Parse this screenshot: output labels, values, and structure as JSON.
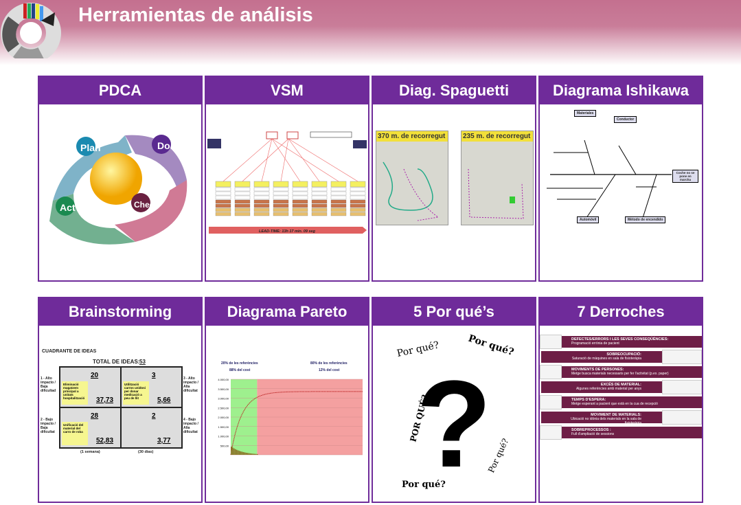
{
  "header": {
    "title": "Herramientas de análisis"
  },
  "cards": [
    {
      "title": "PDCA",
      "labels": [
        "Plan",
        "Do",
        "Check",
        "Act"
      ]
    },
    {
      "title": "VSM",
      "lead_time": "LEAD-TIME:  13h 17 min. 09 seg"
    },
    {
      "title": "Diag. Spaguetti",
      "left": "370 m. de recorregut",
      "right": "235 m. de recorregut"
    },
    {
      "title": "Diagrama Ishikawa",
      "effect": "Coche no se pone en marcha",
      "categories": [
        "Materiales",
        "Conductor",
        "Automóvil",
        "Método de encendido"
      ]
    },
    {
      "title": "Brainstorming",
      "heading": "CUADRANTE DE IDEAS",
      "total_label": "TOTAL DE IDEAS:",
      "total": "53",
      "quadrants": [
        {
          "side": "1 - Alto impacto / Baja dificultad",
          "count": "20",
          "pct": "37,73",
          "idea": "Eliminació magatzem principal a unitats hospitalització"
        },
        {
          "side": "3 - Alto impacto / Alta dificultat",
          "count": "3",
          "pct": "5,66",
          "idea": "Utilització carros unidosi per donar medicació a peu de llit"
        },
        {
          "side": "2 - Bajo impacto / Baja dificultat",
          "count": "28",
          "pct": "52,83",
          "idea": "Unificació del material del carro de roba"
        },
        {
          "side": "4 - Bajo impacto / Alta dificultat",
          "count": "2",
          "pct": "3,77",
          "idea": ""
        }
      ],
      "footer": [
        "(1 semana)",
        "(30 dias)"
      ]
    },
    {
      "title": "Diagrama Pareto",
      "left_label": [
        "20% de les referències",
        "88% del cost"
      ],
      "right_label": [
        "80% de les referències",
        "12% del cost"
      ],
      "chart_data": {
        "type": "line",
        "yticks": [
          "4.000,00",
          "3.500,00",
          "3.000,00",
          "2.500,00",
          "2.000,00",
          "1.500,00",
          "1.000,00",
          "500,00",
          ""
        ],
        "ylim": [
          0,
          4000
        ],
        "green_until_fraction": 0.2,
        "cumulative_max": 3350
      }
    },
    {
      "title": "5 Por qué’s",
      "phrases": [
        "Por qué?",
        "Por qué?",
        "POR QUÉ?",
        "Por qué?",
        "Por qué?"
      ],
      "mark": "?"
    },
    {
      "title": "7  Derroches",
      "items": [
        {
          "t": "DEFECTES/ERRORS I LES SEVES CONSEQÜÈNCIES:",
          "d": "Programació errònia de pacient"
        },
        {
          "t": "SOBREOCUPACIÓ:",
          "d": "Saturació de màquines en sala de fisioteràpia"
        },
        {
          "t": "MOVIMENTS DE PERSONES:",
          "d": "Metge busca materials necessaris per fer l'activitat (p.ex. paper)"
        },
        {
          "t": "EXCÉS DE MATERIAL:",
          "d": "Algunes referències amb material per anys"
        },
        {
          "t": "TEMPS D'ESPERA:",
          "d": "Metge esperant a pacient que està en la cua de recepció"
        },
        {
          "t": "MOVIMENT DE MATERIALS:",
          "d": "Ubicació no idònia dels materials en la sala de fisioteràpia"
        },
        {
          "t": "SOBREPROCESSOS :",
          "d": "Full d'ampliació de sessions"
        }
      ]
    }
  ],
  "colors": {
    "accent": "#6f2b9a",
    "header": "#c4708f",
    "waste": "#6e1e46"
  }
}
